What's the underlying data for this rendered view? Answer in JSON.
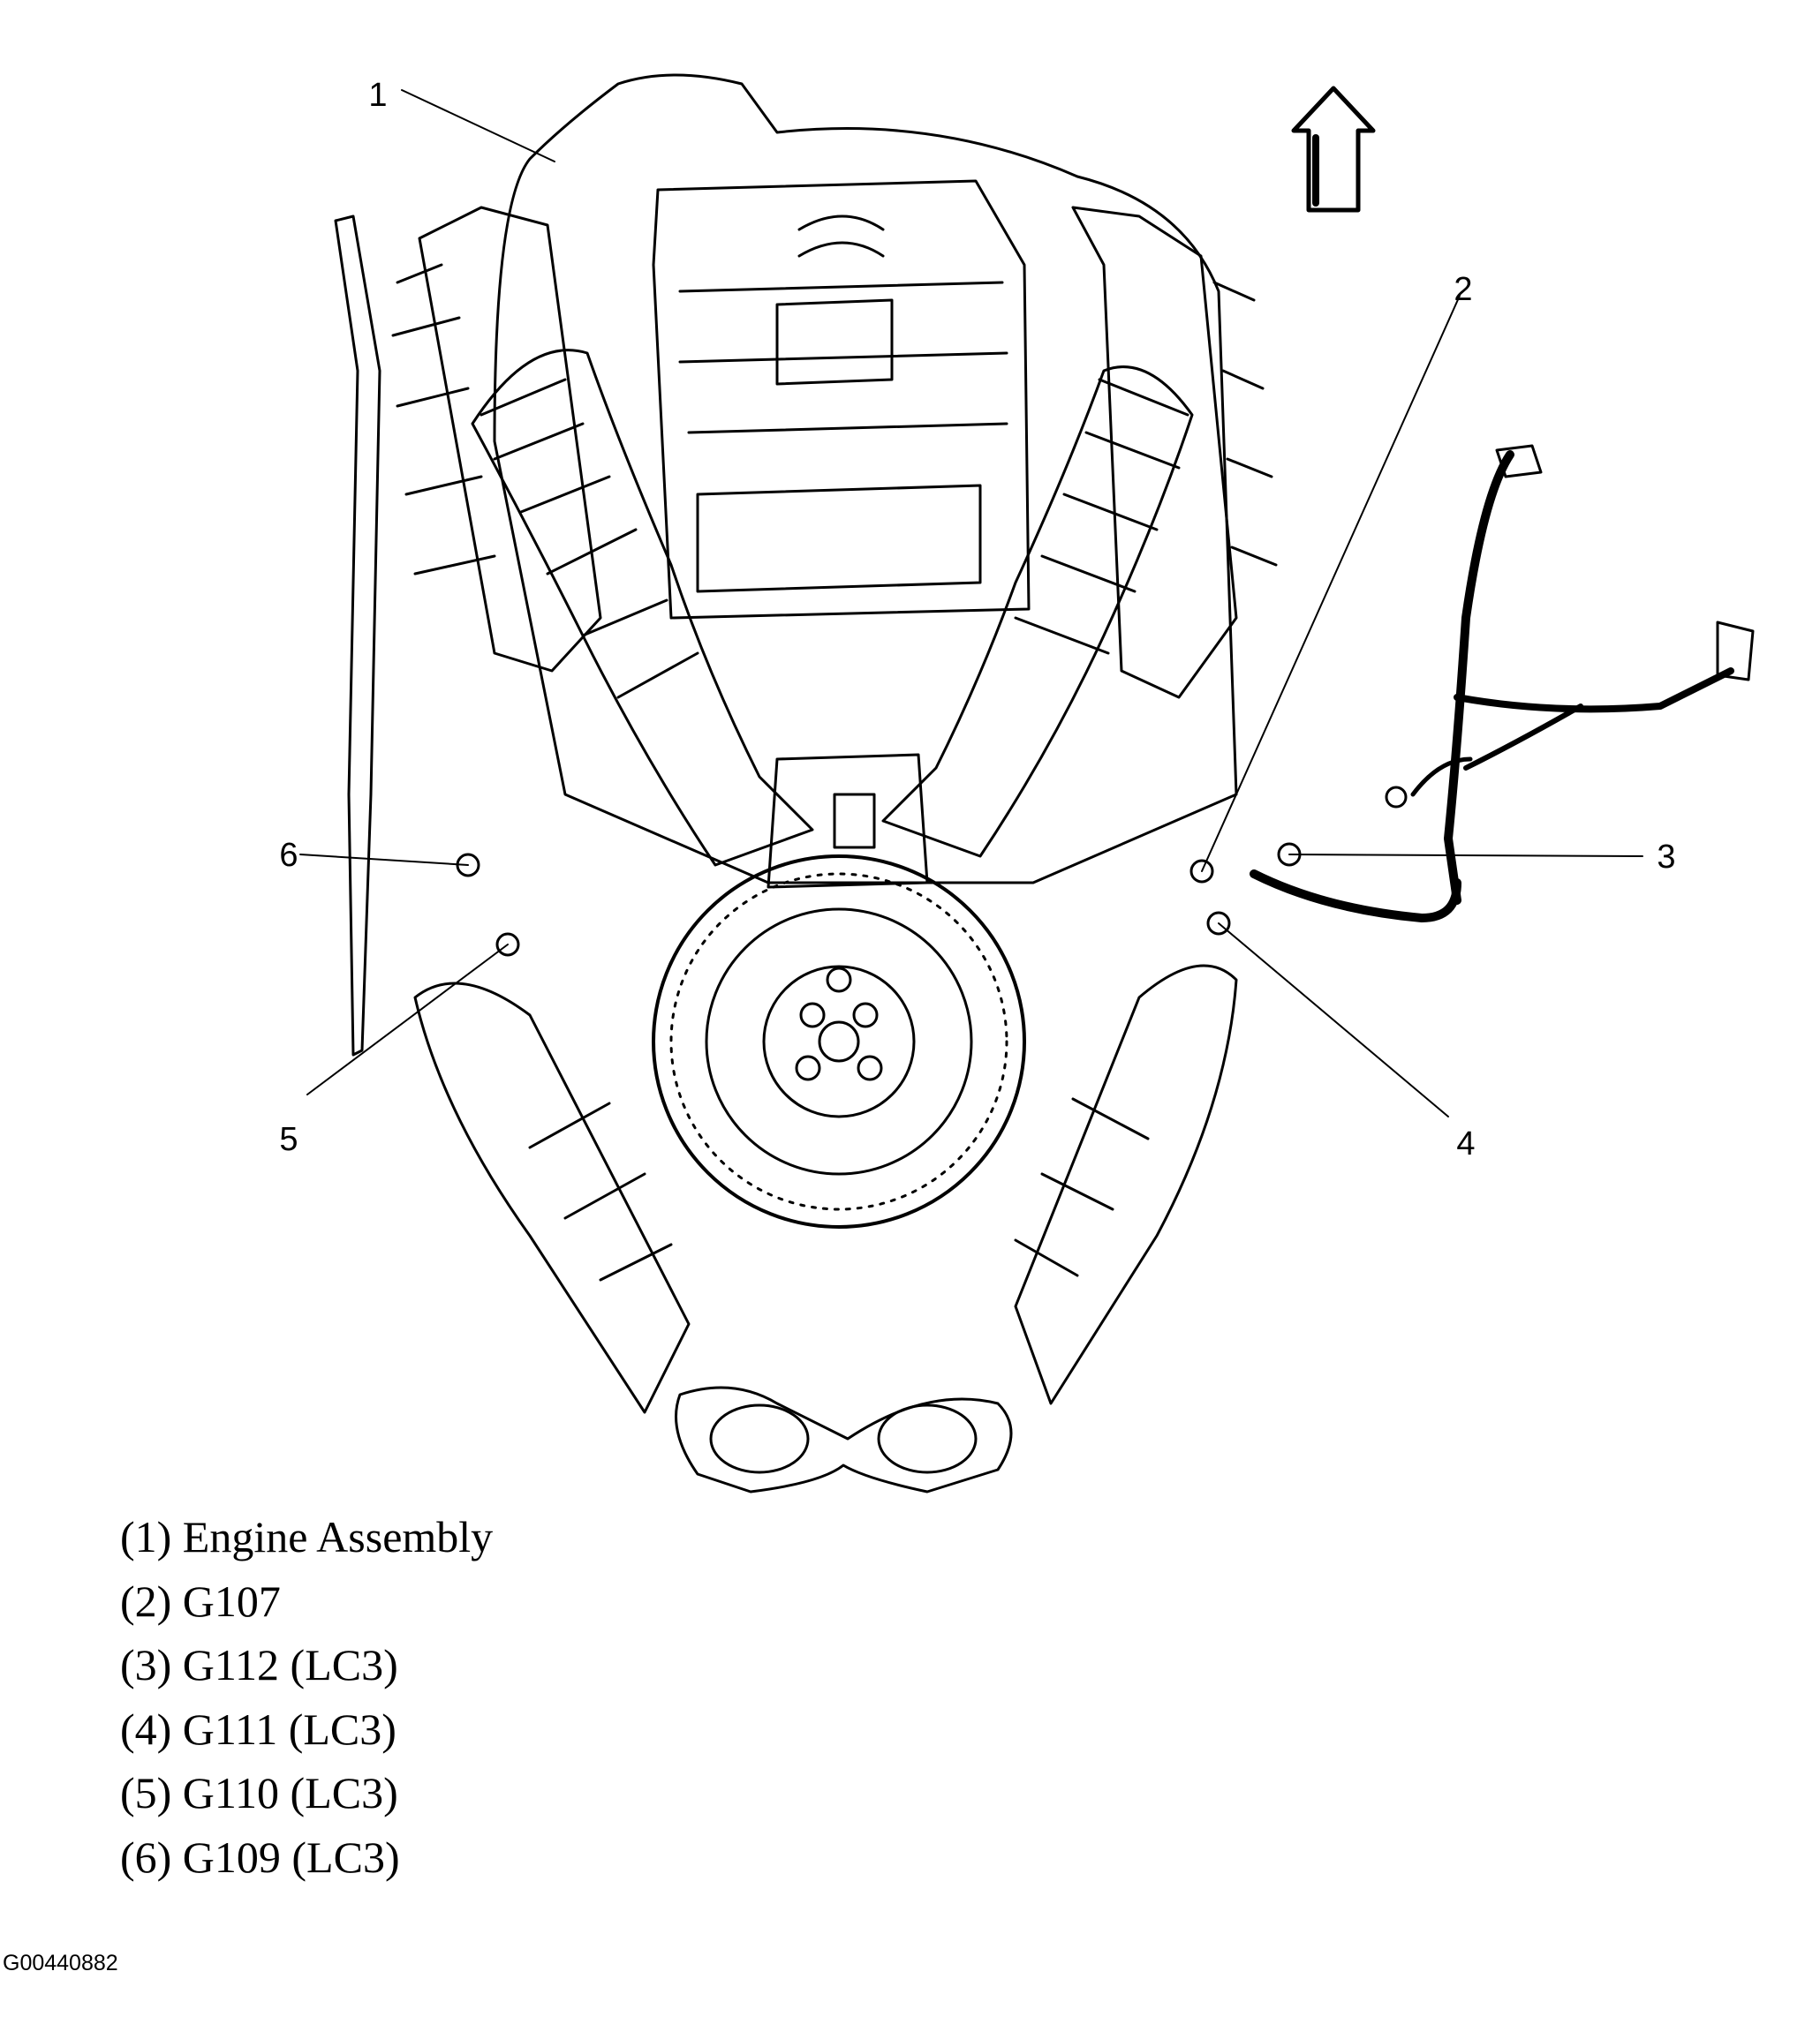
{
  "callouts": [
    {
      "number": "1",
      "label": "Engine Assembly"
    },
    {
      "number": "2",
      "label": "G107"
    },
    {
      "number": "3",
      "label": "G112 (LC3)"
    },
    {
      "number": "4",
      "label": "G111 (LC3)"
    },
    {
      "number": "5",
      "label": "G110 (LC3)"
    },
    {
      "number": "6",
      "label": "G109 (LC3)"
    }
  ],
  "legend": [
    "(1) Engine Assembly",
    "(2) G107",
    "(3) G112 (LC3)",
    "(4) G111 (LC3)",
    "(5) G110 (LC3)",
    "(6) G109 (LC3)"
  ],
  "figure_id": "G00440882",
  "icons": {
    "direction_arrow": "up-arrow-icon"
  }
}
